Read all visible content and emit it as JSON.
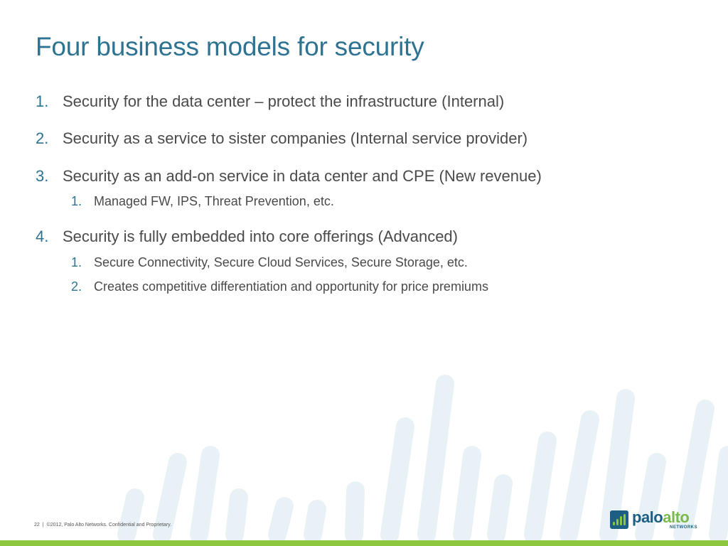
{
  "slide": {
    "title": "Four business models for security",
    "items": [
      {
        "num": "1.",
        "text": "Security for the data center – protect the infrastructure (Internal)"
      },
      {
        "num": "2.",
        "text": "Security as a service to sister companies (Internal service provider)"
      },
      {
        "num": "3.",
        "text": "Security as an add-on service in data center and CPE (New revenue)",
        "sub": [
          {
            "num": "1.",
            "text": "Managed FW, IPS, Threat Prevention, etc."
          }
        ]
      },
      {
        "num": "4.",
        "text": "Security is fully embedded into core offerings (Advanced)",
        "sub": [
          {
            "num": "1.",
            "text": "Secure Connectivity, Secure Cloud Services, Secure Storage, etc."
          },
          {
            "num": "2.",
            "text": "Creates competitive differentiation and opportunity for price premiums"
          }
        ]
      }
    ]
  },
  "footer": {
    "page_number": "22",
    "separator": "|",
    "copyright": "©2012, Palo Alto Networks. Confidential and Proprietary."
  },
  "logo": {
    "word_part1": "palo",
    "word_part2": "alto",
    "subtext": "NETWORKS",
    "icon": "paloalto-bars-icon"
  },
  "colors": {
    "title": "#2f7392",
    "body_text": "#4a4a4a",
    "accent_green": "#8dc63f",
    "pattern": "#e6f0f4"
  }
}
